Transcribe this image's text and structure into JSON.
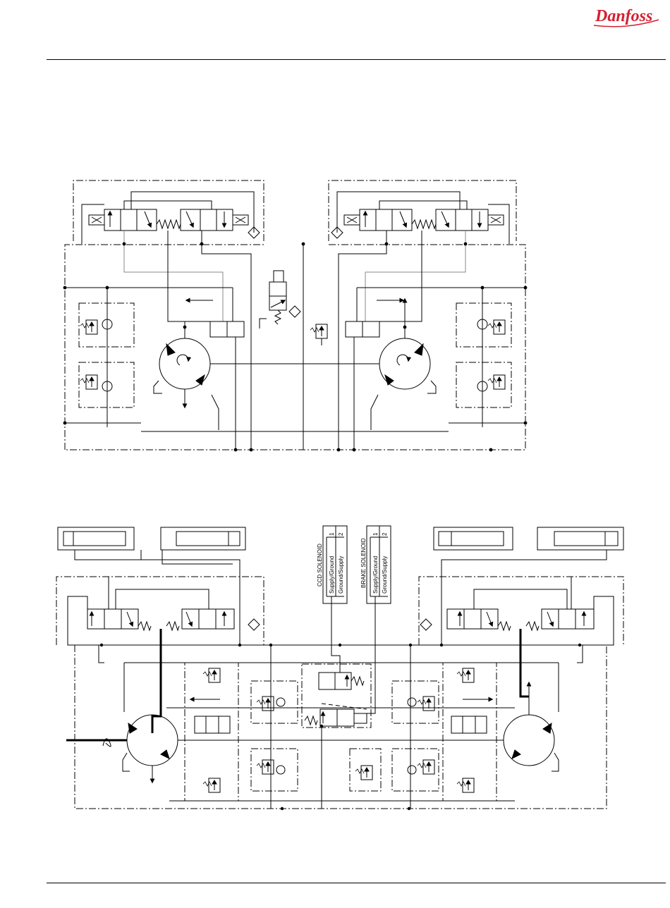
{
  "header": {
    "brand": "Danfoss",
    "brand_color": "#d42030"
  },
  "diagram2": {
    "solenoid_connectors": [
      {
        "title": "CCD SOLENOID",
        "pin_numbers": [
          "1",
          "2"
        ],
        "pin_functions": [
          "Supply/Ground",
          "Ground/Supply"
        ]
      },
      {
        "title": "BRAKE SOLENOID",
        "pin_numbers": [
          "1",
          "2"
        ],
        "pin_functions": [
          "Supply/Ground",
          "Ground/Supply"
        ]
      }
    ]
  }
}
